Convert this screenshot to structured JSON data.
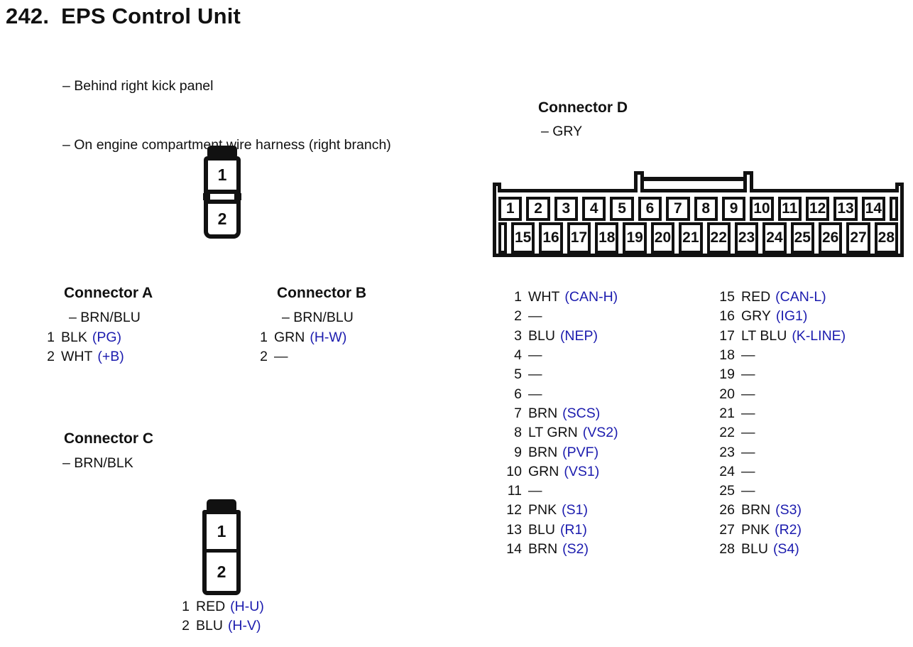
{
  "colors": {
    "accent_blue": "#1b1bae",
    "ink": "#111111",
    "paper": "#ffffff"
  },
  "header": {
    "section_number": "242.",
    "title": "EPS Control Unit",
    "notes": [
      "– Behind right kick panel",
      "– On engine compartment wire harness (right branch)"
    ]
  },
  "connector_a": {
    "title": "Connector A",
    "color_note": "– BRN/BLU",
    "pins": [
      {
        "num": "1",
        "wire": "BLK",
        "signal": "(PG)"
      },
      {
        "num": "2",
        "wire": "WHT",
        "signal": "(+B)"
      }
    ]
  },
  "connector_b": {
    "title": "Connector B",
    "color_note": "– BRN/BLU",
    "pins": [
      {
        "num": "1",
        "wire": "GRN",
        "signal": "(H-W)"
      },
      {
        "num": "2",
        "wire": "—",
        "signal": ""
      }
    ]
  },
  "connector_c": {
    "title": "Connector C",
    "color_note": "– BRN/BLK",
    "diagram_cells": [
      "1",
      "2"
    ],
    "pins": [
      {
        "num": "1",
        "wire": "RED",
        "signal": "(H-U)"
      },
      {
        "num": "2",
        "wire": "BLU",
        "signal": "(H-V)"
      }
    ]
  },
  "connector_ab_diagram": {
    "cells": [
      "1",
      "2"
    ]
  },
  "connector_d": {
    "title": "Connector D",
    "color_note": "– GRY",
    "diagram": {
      "top_row": [
        "1",
        "2",
        "3",
        "4",
        "5",
        "6",
        "7",
        "8",
        "9",
        "10",
        "11",
        "12",
        "13",
        "14",
        ""
      ],
      "bottom_row": [
        "",
        "15",
        "16",
        "17",
        "18",
        "19",
        "20",
        "21",
        "22",
        "23",
        "24",
        "25",
        "26",
        "27",
        "28"
      ]
    },
    "pins_left": [
      {
        "num": "1",
        "wire": "WHT",
        "signal": "(CAN-H)"
      },
      {
        "num": "2",
        "wire": "—",
        "signal": ""
      },
      {
        "num": "3",
        "wire": "BLU",
        "signal": "(NEP)"
      },
      {
        "num": "4",
        "wire": "—",
        "signal": ""
      },
      {
        "num": "5",
        "wire": "—",
        "signal": ""
      },
      {
        "num": "6",
        "wire": "—",
        "signal": ""
      },
      {
        "num": "7",
        "wire": "BRN",
        "signal": "(SCS)"
      },
      {
        "num": "8",
        "wire": "LT GRN",
        "signal": "(VS2)"
      },
      {
        "num": "9",
        "wire": "BRN",
        "signal": "(PVF)"
      },
      {
        "num": "10",
        "wire": "GRN",
        "signal": "(VS1)"
      },
      {
        "num": "11",
        "wire": "—",
        "signal": ""
      },
      {
        "num": "12",
        "wire": "PNK",
        "signal": "(S1)"
      },
      {
        "num": "13",
        "wire": "BLU",
        "signal": "(R1)"
      },
      {
        "num": "14",
        "wire": "BRN",
        "signal": "(S2)"
      }
    ],
    "pins_right": [
      {
        "num": "15",
        "wire": "RED",
        "signal": "(CAN-L)"
      },
      {
        "num": "16",
        "wire": "GRY",
        "signal": "(IG1)"
      },
      {
        "num": "17",
        "wire": "LT BLU",
        "signal": "(K-LINE)"
      },
      {
        "num": "18",
        "wire": "—",
        "signal": ""
      },
      {
        "num": "19",
        "wire": "—",
        "signal": ""
      },
      {
        "num": "20",
        "wire": "—",
        "signal": ""
      },
      {
        "num": "21",
        "wire": "—",
        "signal": ""
      },
      {
        "num": "22",
        "wire": "—",
        "signal": ""
      },
      {
        "num": "23",
        "wire": "—",
        "signal": ""
      },
      {
        "num": "24",
        "wire": "—",
        "signal": ""
      },
      {
        "num": "25",
        "wire": "—",
        "signal": ""
      },
      {
        "num": "26",
        "wire": "BRN",
        "signal": "(S3)"
      },
      {
        "num": "27",
        "wire": "PNK",
        "signal": "(R2)"
      },
      {
        "num": "28",
        "wire": "BLU",
        "signal": "(S4)"
      }
    ]
  }
}
